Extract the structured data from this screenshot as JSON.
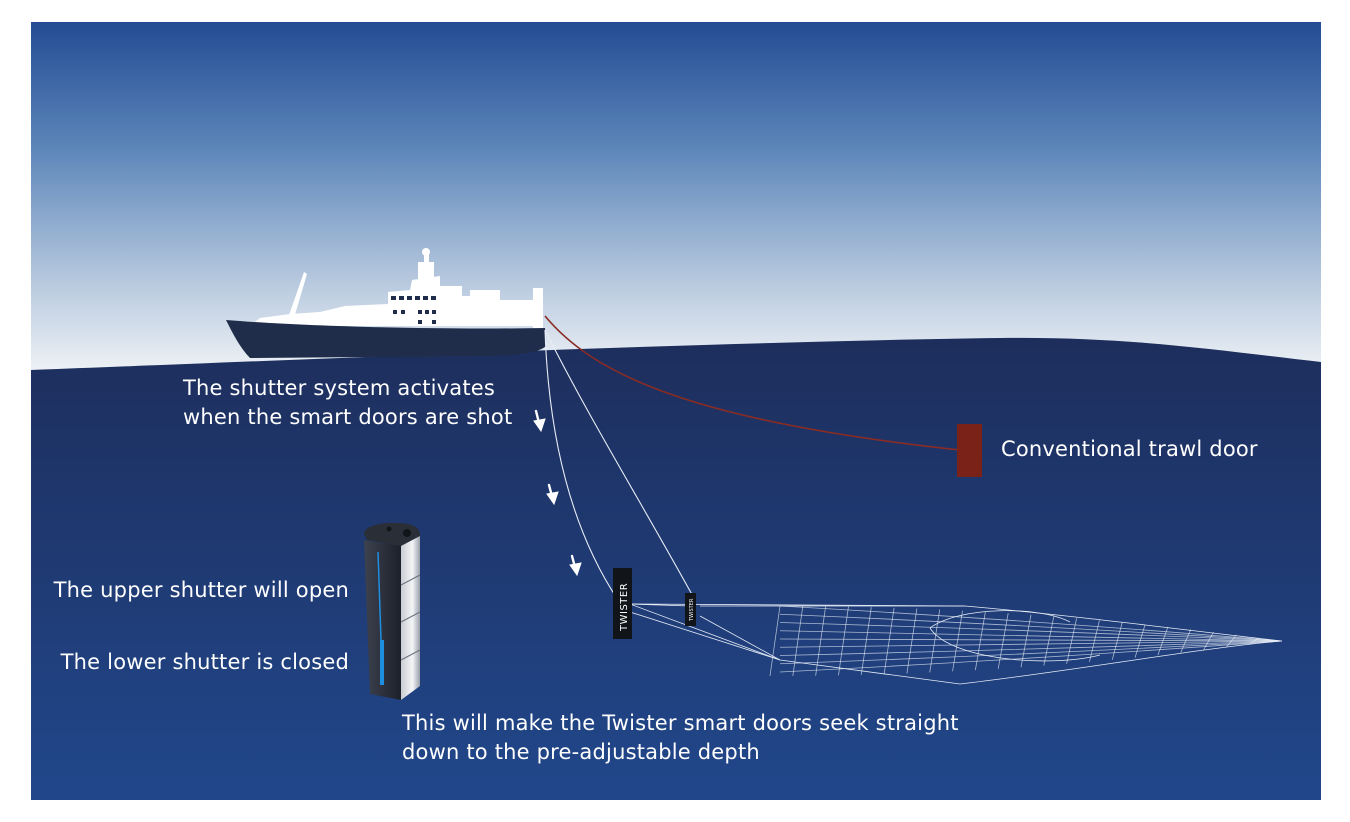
{
  "captions": {
    "shutter_activates_line1": "The shutter system activates",
    "shutter_activates_line2": "when the smart doors are shot",
    "conventional_door": "Conventional trawl door",
    "upper_shutter": "The upper shutter will open",
    "lower_shutter": "The lower shutter is closed",
    "seek_line1": "This will make the Twister smart doors seek straight",
    "seek_line2": "down to the pre-adjustable depth"
  },
  "door_labels": {
    "twister_main": "TWISTER",
    "twister_small": "TWISTER"
  },
  "colors": {
    "sky_top": "#234c94",
    "sky_bottom": "#e9eef4",
    "sea_top": "#1e3160",
    "sea_bottom": "#22488c",
    "conventional_door": "#7a2218",
    "conventional_warp": "#8a2c24",
    "ship_hull": "#1f2d4a",
    "ship_superstructure": "#ffffff",
    "shutter_stripe": "#1e8fe0"
  },
  "icons": [
    "down-arrow-icon",
    "down-arrow-icon",
    "down-arrow-icon"
  ]
}
